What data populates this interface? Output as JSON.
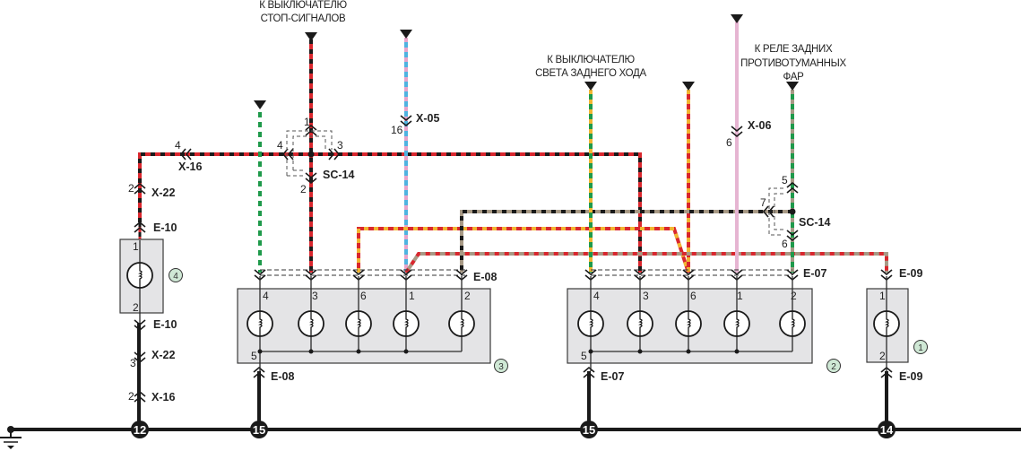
{
  "diagram": {
    "notes": {
      "brake_switch": [
        "К ВЫКЛЮЧАТЕЛЮ",
        "СТОП-СИГНАЛОВ"
      ],
      "reverse_switch": [
        "К ВЫКЛЮЧАТЕЛЮ",
        "СВЕТА ЗАДНЕГО ХОДА"
      ],
      "fog_relay": [
        "К РЕЛЕ ЗАДНИХ",
        "ПРОТИВОТУМАННЫХ",
        "ФАР"
      ]
    },
    "connectors": {
      "x16_top": {
        "name": "X-16",
        "pin": "4"
      },
      "x22_top": {
        "name": "X-22",
        "pin": "2"
      },
      "e10_top": {
        "name": "E-10"
      },
      "e10_bottom": {
        "name": "E-10"
      },
      "x22_bottom": {
        "name": "X-22",
        "pin": "3"
      },
      "x16_bottom": {
        "name": "X-16",
        "pin": "2"
      },
      "sc14_left": {
        "name": "SC-14",
        "pins": [
          "1",
          "4",
          "3",
          "2"
        ]
      },
      "x05": {
        "name": "X-05",
        "pin": "16"
      },
      "x06": {
        "name": "X-06",
        "pin": "6"
      },
      "sc14_right": {
        "name": "SC-14",
        "pins": [
          "5",
          "7",
          "6"
        ]
      },
      "e08_top": {
        "name": "E-08"
      },
      "e08_bottom": {
        "name": "E-08",
        "pin": "5"
      },
      "e07_top": {
        "name": "E-07"
      },
      "e07_bottom": {
        "name": "E-07",
        "pin": "5"
      },
      "e09_top": {
        "name": "E-09"
      },
      "e09_bottom": {
        "name": "E-09"
      }
    },
    "components": {
      "lamp4": {
        "id": "4",
        "pins": [
          "1",
          "2"
        ]
      },
      "lamp3": {
        "id": "3",
        "pins": [
          "4",
          "3",
          "6",
          "1",
          "2"
        ]
      },
      "lamp2": {
        "id": "2",
        "pins": [
          "4",
          "3",
          "6",
          "1",
          "2"
        ]
      },
      "lamp1": {
        "id": "1",
        "pins": [
          "1",
          "2"
        ]
      }
    },
    "grounds": [
      "12",
      "15",
      "15",
      "14"
    ],
    "colors": {
      "red": "#d9272e",
      "black": "#1a1a1a",
      "green": "#1f9a4b",
      "yellow": "#f2b632",
      "blue": "#4fb3e0",
      "pink": "#e8a3c9",
      "pink_light": "#e6b5d2",
      "tan": "#a89a86",
      "lamp_box": "#e4e4e6",
      "badge": "#cfe8d5"
    }
  }
}
